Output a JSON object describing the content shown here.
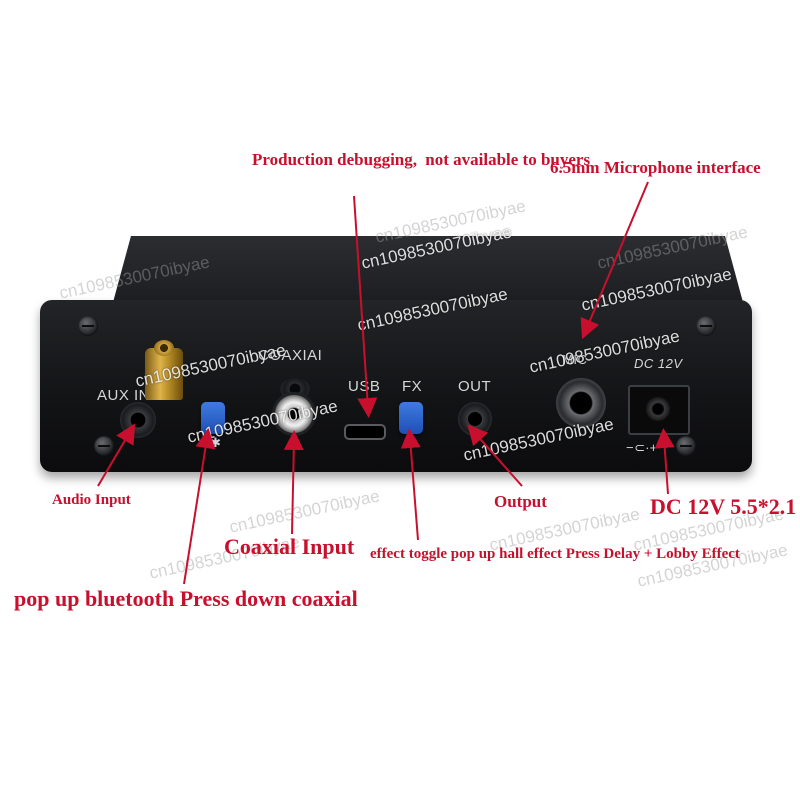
{
  "device": {
    "labels": {
      "aux_in": "AUX IN",
      "coaxial": "COAXIAI",
      "usb": "USB",
      "fx": "FX",
      "out": "OUT",
      "mic": "MIC",
      "dc": "DC 12V",
      "bluetooth_symbol": "✱",
      "dc_polarity": "−⊂∙+"
    }
  },
  "annotations": {
    "production_debugging": [
      "Production debugging,",
      "not available to buyers"
    ],
    "microphone": "6.5mm Microphone interface",
    "audio_input": "Audio Input",
    "coaxial_input": "Coaxial Input",
    "bluetooth_toggle": [
      "pop up bluetooth",
      "Press down coaxial"
    ],
    "effect_toggle": [
      "effect toggle",
      "pop up hall effect",
      "Press Delay + Lobby Effect"
    ],
    "output": "Output",
    "dc_spec": [
      "DC 12V",
      "5.5*2.1"
    ]
  },
  "watermark": "cn1098530070ibyae",
  "colors": {
    "annotation": "#c8102e",
    "button": "#2a62cc",
    "antenna": "#c9a03a",
    "device": "#141517"
  }
}
